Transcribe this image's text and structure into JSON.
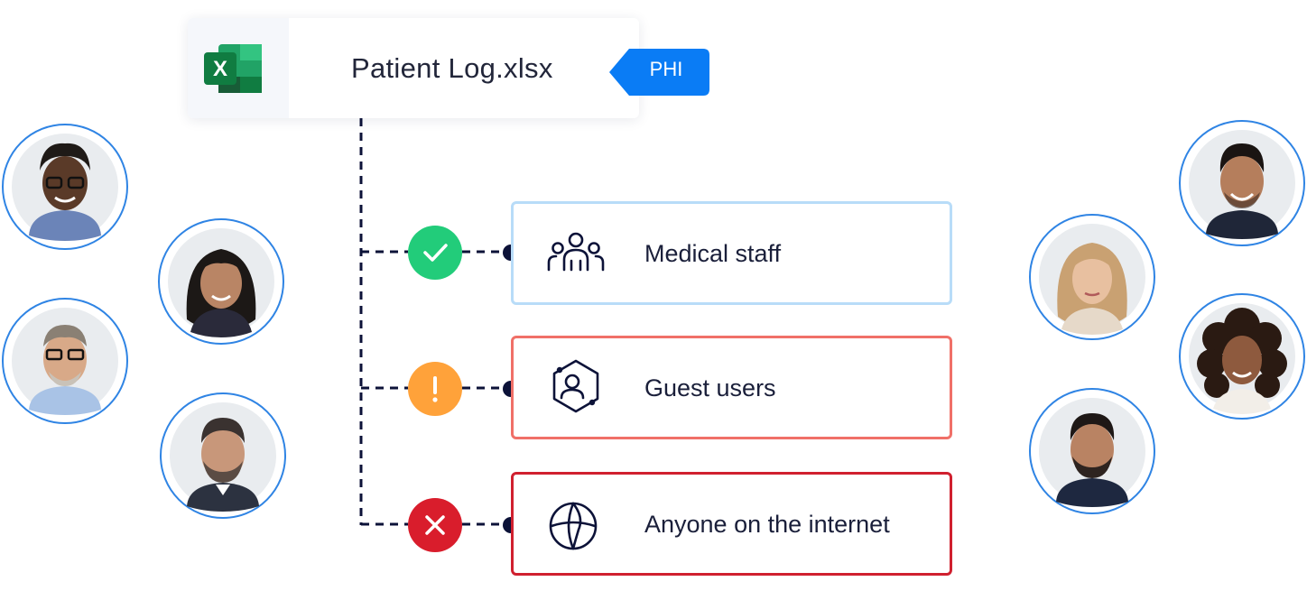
{
  "file": {
    "name": "Patient Log.xlsx",
    "icon": "excel-icon",
    "tag": "PHI",
    "tag_color": "#0a7cf5"
  },
  "groups": [
    {
      "label": "Medical staff",
      "status": "allowed",
      "status_icon": "check-icon",
      "group_icon": "people-group-icon",
      "status_color": "#22cc7a",
      "border_color": "#b8dcf8"
    },
    {
      "label": "Guest users",
      "status": "warning",
      "status_icon": "exclamation-icon",
      "group_icon": "guest-user-icon",
      "status_color": "#ffa23a",
      "border_color": "#f07068"
    },
    {
      "label": "Anyone on the internet",
      "status": "blocked",
      "status_icon": "x-icon",
      "group_icon": "globe-icon",
      "status_color": "#d91d2c",
      "border_color": "#d0202f"
    }
  ],
  "avatars": {
    "left": [
      "avatar-woman-glasses",
      "avatar-woman-dark-hair",
      "avatar-man-glasses",
      "avatar-man-beard"
    ],
    "right": [
      "avatar-man-smiling",
      "avatar-woman-blonde",
      "avatar-woman-curly",
      "avatar-man-beard-2"
    ],
    "ring_color": "#2f84e4"
  }
}
